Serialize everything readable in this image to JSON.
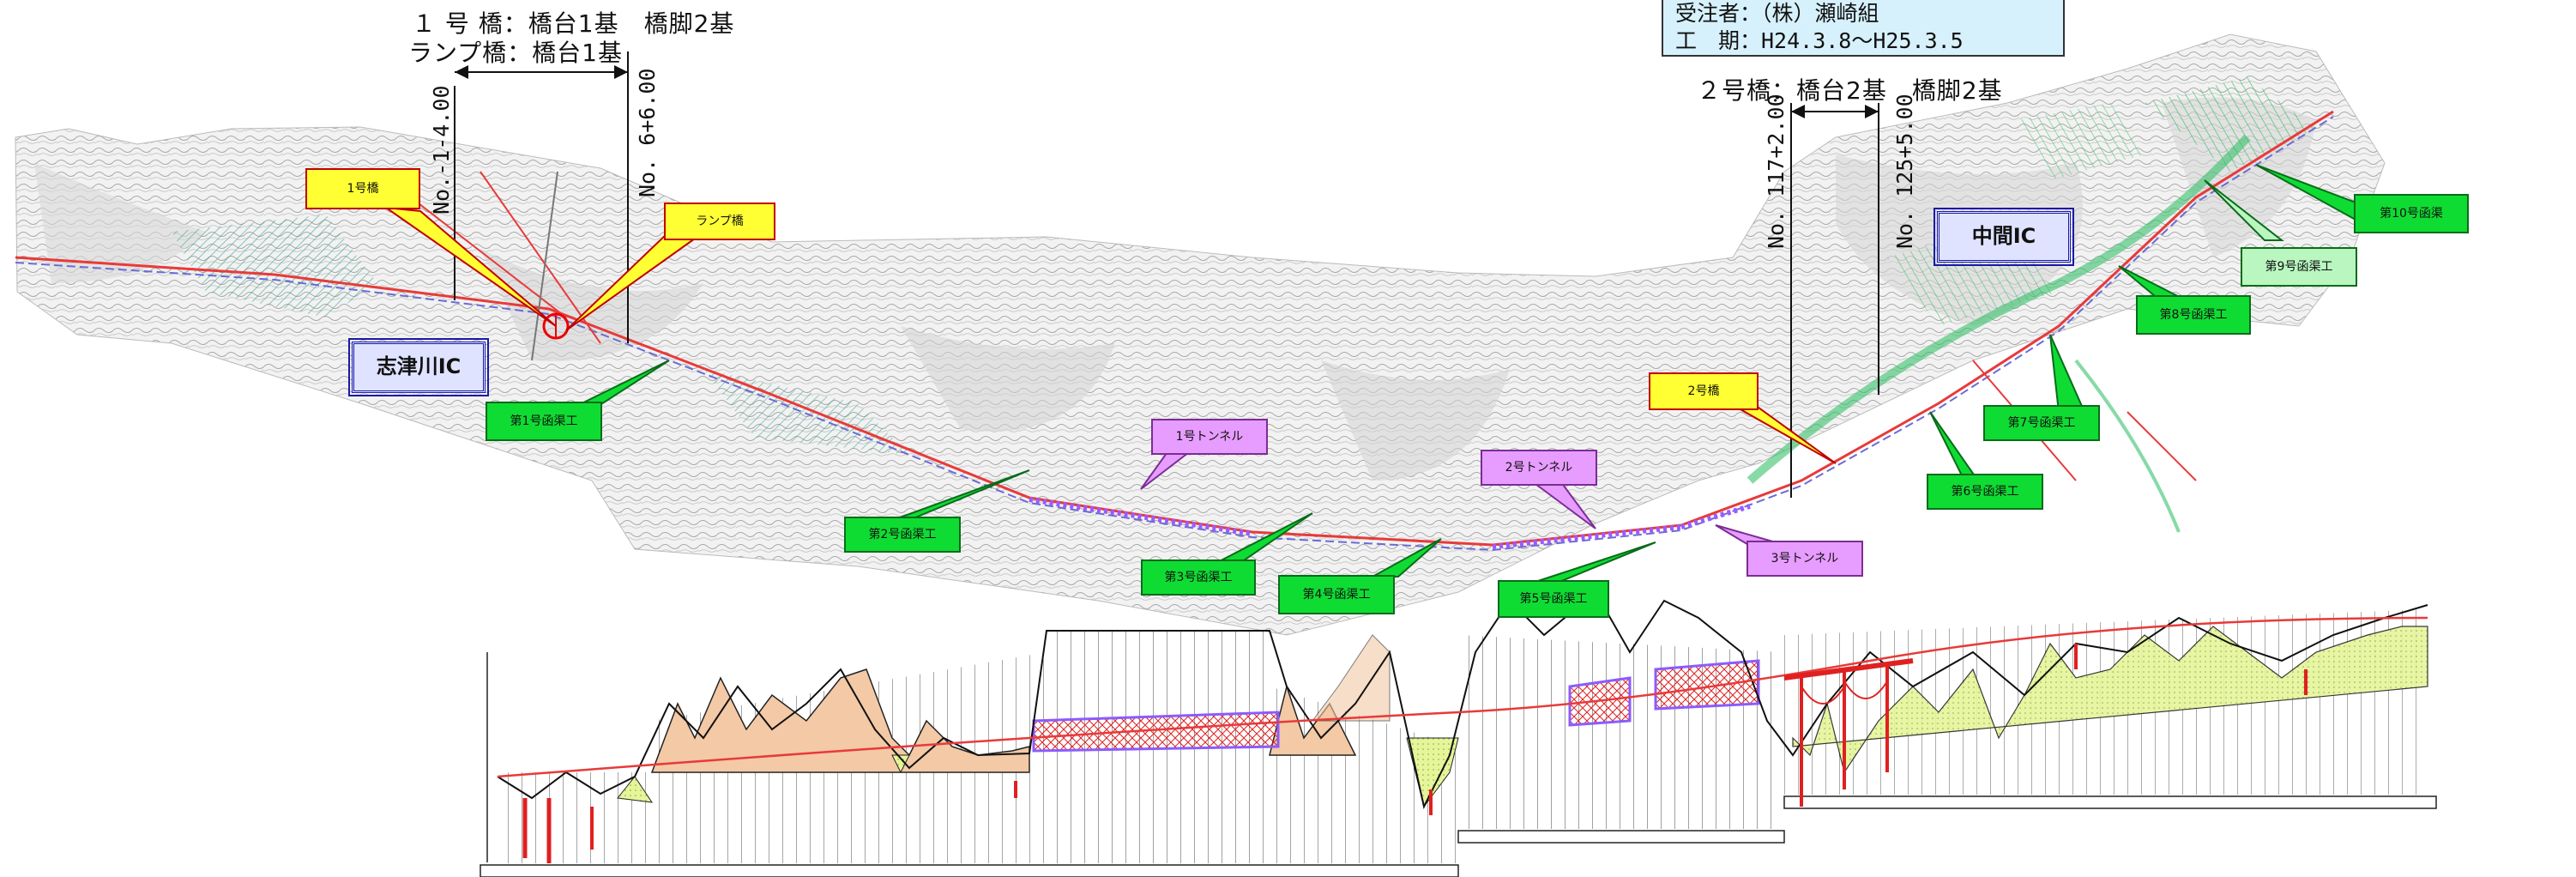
{
  "header": {
    "bridge1_title": "１ 号 橋：橋台1基　橋脚2基",
    "ramp_title": "ランプ橋：橋台1基",
    "bridge2_title": "２号橋：橋台2基　橋脚2基"
  },
  "info_box": {
    "contractor": "受注者：（株）瀬崎組",
    "period": "工　期：H24.3.8～H25.3.5"
  },
  "stations": {
    "no_1": "No.-1-4.00",
    "no_2": "No. 6+6.00",
    "no_3": "No. 117+2.00",
    "no_4": "No. 125+5.00"
  },
  "interchanges": {
    "shizugawa": "志津川IC",
    "nakama": "中間IC"
  },
  "bridges": {
    "bridge1": "1号橋",
    "ramp": "ランプ橋",
    "bridge2": "2号橋"
  },
  "tunnels": {
    "t1": "1号トンネル",
    "t2": "2号トンネル",
    "t3": "3号トンネル"
  },
  "culverts": {
    "c1": "第1号函渠工",
    "c2": "第2号函渠工",
    "c3": "第3号函渠工",
    "c4": "第4号函渠工",
    "c5": "第5号函渠工",
    "c6": "第6号函渠工",
    "c7": "第7号函渠工",
    "c8": "第8号函渠工",
    "c9": "第9号函渠工",
    "c10": "第10号函渠"
  },
  "colors": {
    "cut_fill": "#f3c9a6",
    "embank_fill": "#e6f59a",
    "tunnel_hatch": "#c080ff",
    "road_line": "#e83a3a",
    "culvert_tag": "#0fdc33",
    "bridge_tag": "#ffff33",
    "tunnel_tag": "#e79cff",
    "ic_box": "#dfe3ff"
  }
}
